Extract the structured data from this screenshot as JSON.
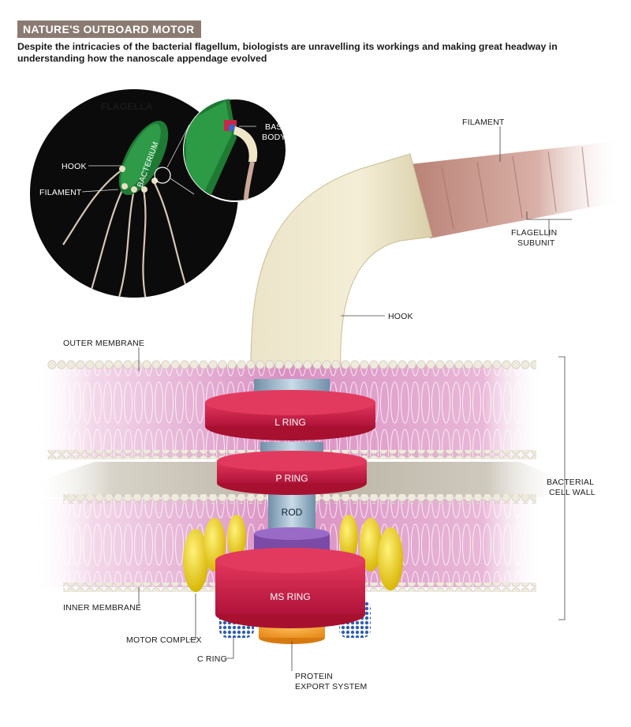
{
  "header": {
    "title": "NATURE'S OUTBOARD MOTOR",
    "description": "Despite the intricacies of the bacterial flagellum, biologists are unravelling its workings and making great headway in understanding how the nanoscale appendage evolved"
  },
  "inset": {
    "title": "FLAGELLA",
    "hook": "HOOK",
    "filament": "FILAMENT",
    "bacterium": "BACTERIUM",
    "basal_body_line1": "BASAL",
    "basal_body_line2": "BODY"
  },
  "labels": {
    "filament": "FILAMENT",
    "flagellin_line1": "FLAGELLIN",
    "flagellin_line2": "SUBUNIT",
    "hook": "HOOK",
    "outer_membrane": "OUTER MEMBRANE",
    "inner_membrane": "INNER MEMBRANE",
    "motor_complex": "MOTOR COMPLEX",
    "c_ring": "C RING",
    "protein_export_line1": "PROTEIN",
    "protein_export_line2": "EXPORT SYSTEM",
    "cell_wall_line1": "BACTERIAL",
    "cell_wall_line2": "CELL WALL"
  },
  "rings": {
    "l_ring": "L RING",
    "p_ring": "P RING",
    "rod": "ROD",
    "ms_ring": "MS RING"
  }
}
